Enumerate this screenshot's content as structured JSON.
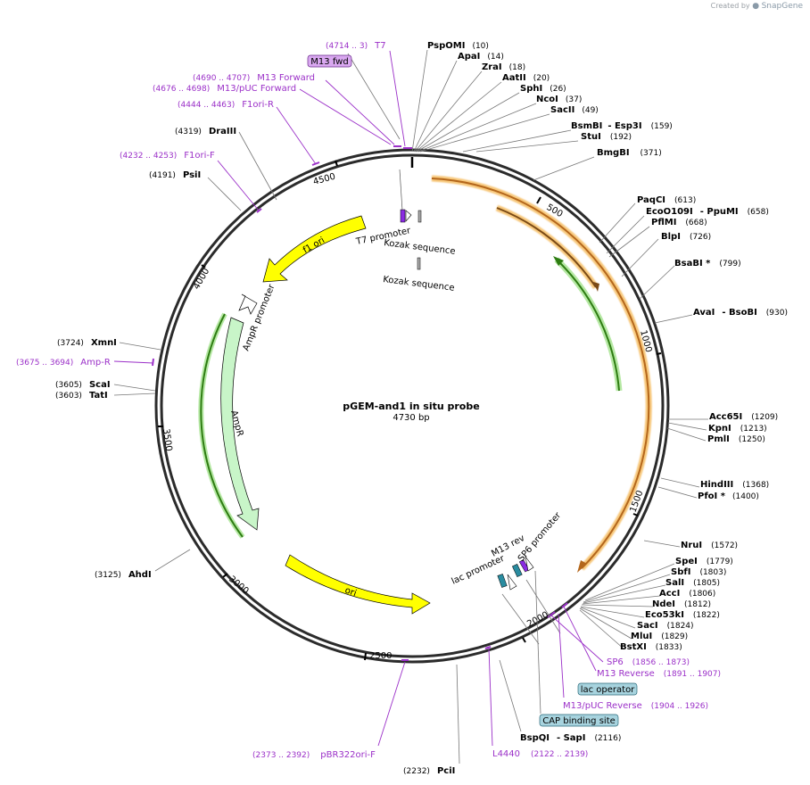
{
  "credit": {
    "prefix": "Created by",
    "brand": "SnapGene"
  },
  "plasmid": {
    "name": "pGEM-and1 in situ probe",
    "length": "4730 bp"
  },
  "ticks": [
    "500",
    "1000",
    "1500",
    "2000",
    "2500",
    "3000",
    "3500",
    "4000",
    "4500"
  ],
  "sites_right": [
    {
      "name": "PspOMI",
      "pos": "(10)"
    },
    {
      "name": "ApaI",
      "pos": "(14)"
    },
    {
      "name": "ZraI",
      "pos": "(18)"
    },
    {
      "name": "AatII",
      "pos": "(20)"
    },
    {
      "name": "SphI",
      "pos": "(26)"
    },
    {
      "name": "NcoI",
      "pos": "(37)"
    },
    {
      "name": "SacII",
      "pos": "(49)"
    },
    {
      "name": "BsmBI",
      "name2": "- Esp3I",
      "pos": "(159)"
    },
    {
      "name": "StuI",
      "pos": "(192)"
    },
    {
      "name": "BmgBI",
      "pos": "(371)"
    },
    {
      "name": "PaqCI",
      "pos": "(613)"
    },
    {
      "name": "EcoO109I",
      "name2": "- PpuMI",
      "pos": "(658)"
    },
    {
      "name": "PflMI",
      "pos": "(668)"
    },
    {
      "name": "BlpI",
      "pos": "(726)"
    },
    {
      "name": "BsaBI *",
      "pos": "(799)"
    },
    {
      "name": "AvaI",
      "name2": "- BsoBI",
      "pos": "(930)"
    },
    {
      "name": "Acc65I",
      "pos": "(1209)"
    },
    {
      "name": "KpnI",
      "pos": "(1213)"
    },
    {
      "name": "PmlI",
      "pos": "(1250)"
    },
    {
      "name": "HindIII",
      "pos": "(1368)"
    },
    {
      "name": "PfoI *",
      "pos": "(1400)"
    },
    {
      "name": "NruI",
      "pos": "(1572)"
    },
    {
      "name": "SpeI",
      "pos": "(1779)"
    },
    {
      "name": "SbfI",
      "pos": "(1803)"
    },
    {
      "name": "SalI",
      "pos": "(1805)"
    },
    {
      "name": "AccI",
      "pos": "(1806)"
    },
    {
      "name": "NdeI",
      "pos": "(1812)"
    },
    {
      "name": "Eco53kI",
      "pos": "(1822)"
    },
    {
      "name": "SacI",
      "pos": "(1824)"
    },
    {
      "name": "MluI",
      "pos": "(1829)"
    },
    {
      "name": "BstXI",
      "pos": "(1833)"
    },
    {
      "name": "BspQI",
      "name2": "- SapI",
      "pos": "(2116)"
    },
    {
      "name": "PciI",
      "pos": "(2232)"
    }
  ],
  "sites_left": [
    {
      "name": "DraIII",
      "pos": "(4319)"
    },
    {
      "name": "PsiI",
      "pos": "(4191)"
    },
    {
      "name": "XmnI",
      "pos": "(3724)"
    },
    {
      "name": "ScaI",
      "pos": "(3605)"
    },
    {
      "name": "TatI",
      "pos": "(3603)"
    },
    {
      "name": "AhdI",
      "pos": "(3125)"
    }
  ],
  "primers": [
    {
      "name": "T7",
      "range": "(4714 .. 3)"
    },
    {
      "name": "M13 Forward",
      "range": "(4690 .. 4707)"
    },
    {
      "name": "M13/pUC Forward",
      "range": "(4676 .. 4698)"
    },
    {
      "name": "F1ori-R",
      "range": "(4444 .. 4463)"
    },
    {
      "name": "F1ori-F",
      "range": "(4232 .. 4253)"
    },
    {
      "name": "Amp-R",
      "range": "(3675 .. 3694)"
    },
    {
      "name": "pBR322ori-F",
      "range": "(2373 .. 2392)"
    },
    {
      "name": "L4440",
      "range": "(2122 .. 2139)"
    },
    {
      "name": "SP6",
      "range": "(1856 .. 1873)"
    },
    {
      "name": "M13 Reverse",
      "range": "(1891 .. 1907)"
    },
    {
      "name": "M13/pUC Reverse",
      "range": "(1904 .. 1926)"
    }
  ],
  "boxed": {
    "m13_fwd": "M13 fwd",
    "lac_operator": "lac operator",
    "cap_site": "CAP binding site"
  },
  "features": {
    "t7_promoter": "T7 promoter",
    "kozak1": "Kozak sequence",
    "kozak2": "Kozak sequence",
    "f1_ori": "f1 ori",
    "ampr_promoter": "AmpR promoter",
    "ampr": "AmpR",
    "ori": "ori",
    "m13_rev": "M13 rev",
    "sp6_promoter": "SP6 promoter",
    "lac_promoter": "lac promoter"
  },
  "colors": {
    "backbone": "#2b2b2b",
    "primer": "#9b30c8",
    "ori_yellow": "#ffff00",
    "ampr_green": "#c8f5c8",
    "orange_glow": "#f7c77a",
    "orange_line": "#b4671c",
    "green_glow": "#b6e8a4",
    "green_line": "#2e7d12",
    "boxed_fill": "#a7d3de",
    "m13fwd_fill": "#d9a8f0"
  }
}
